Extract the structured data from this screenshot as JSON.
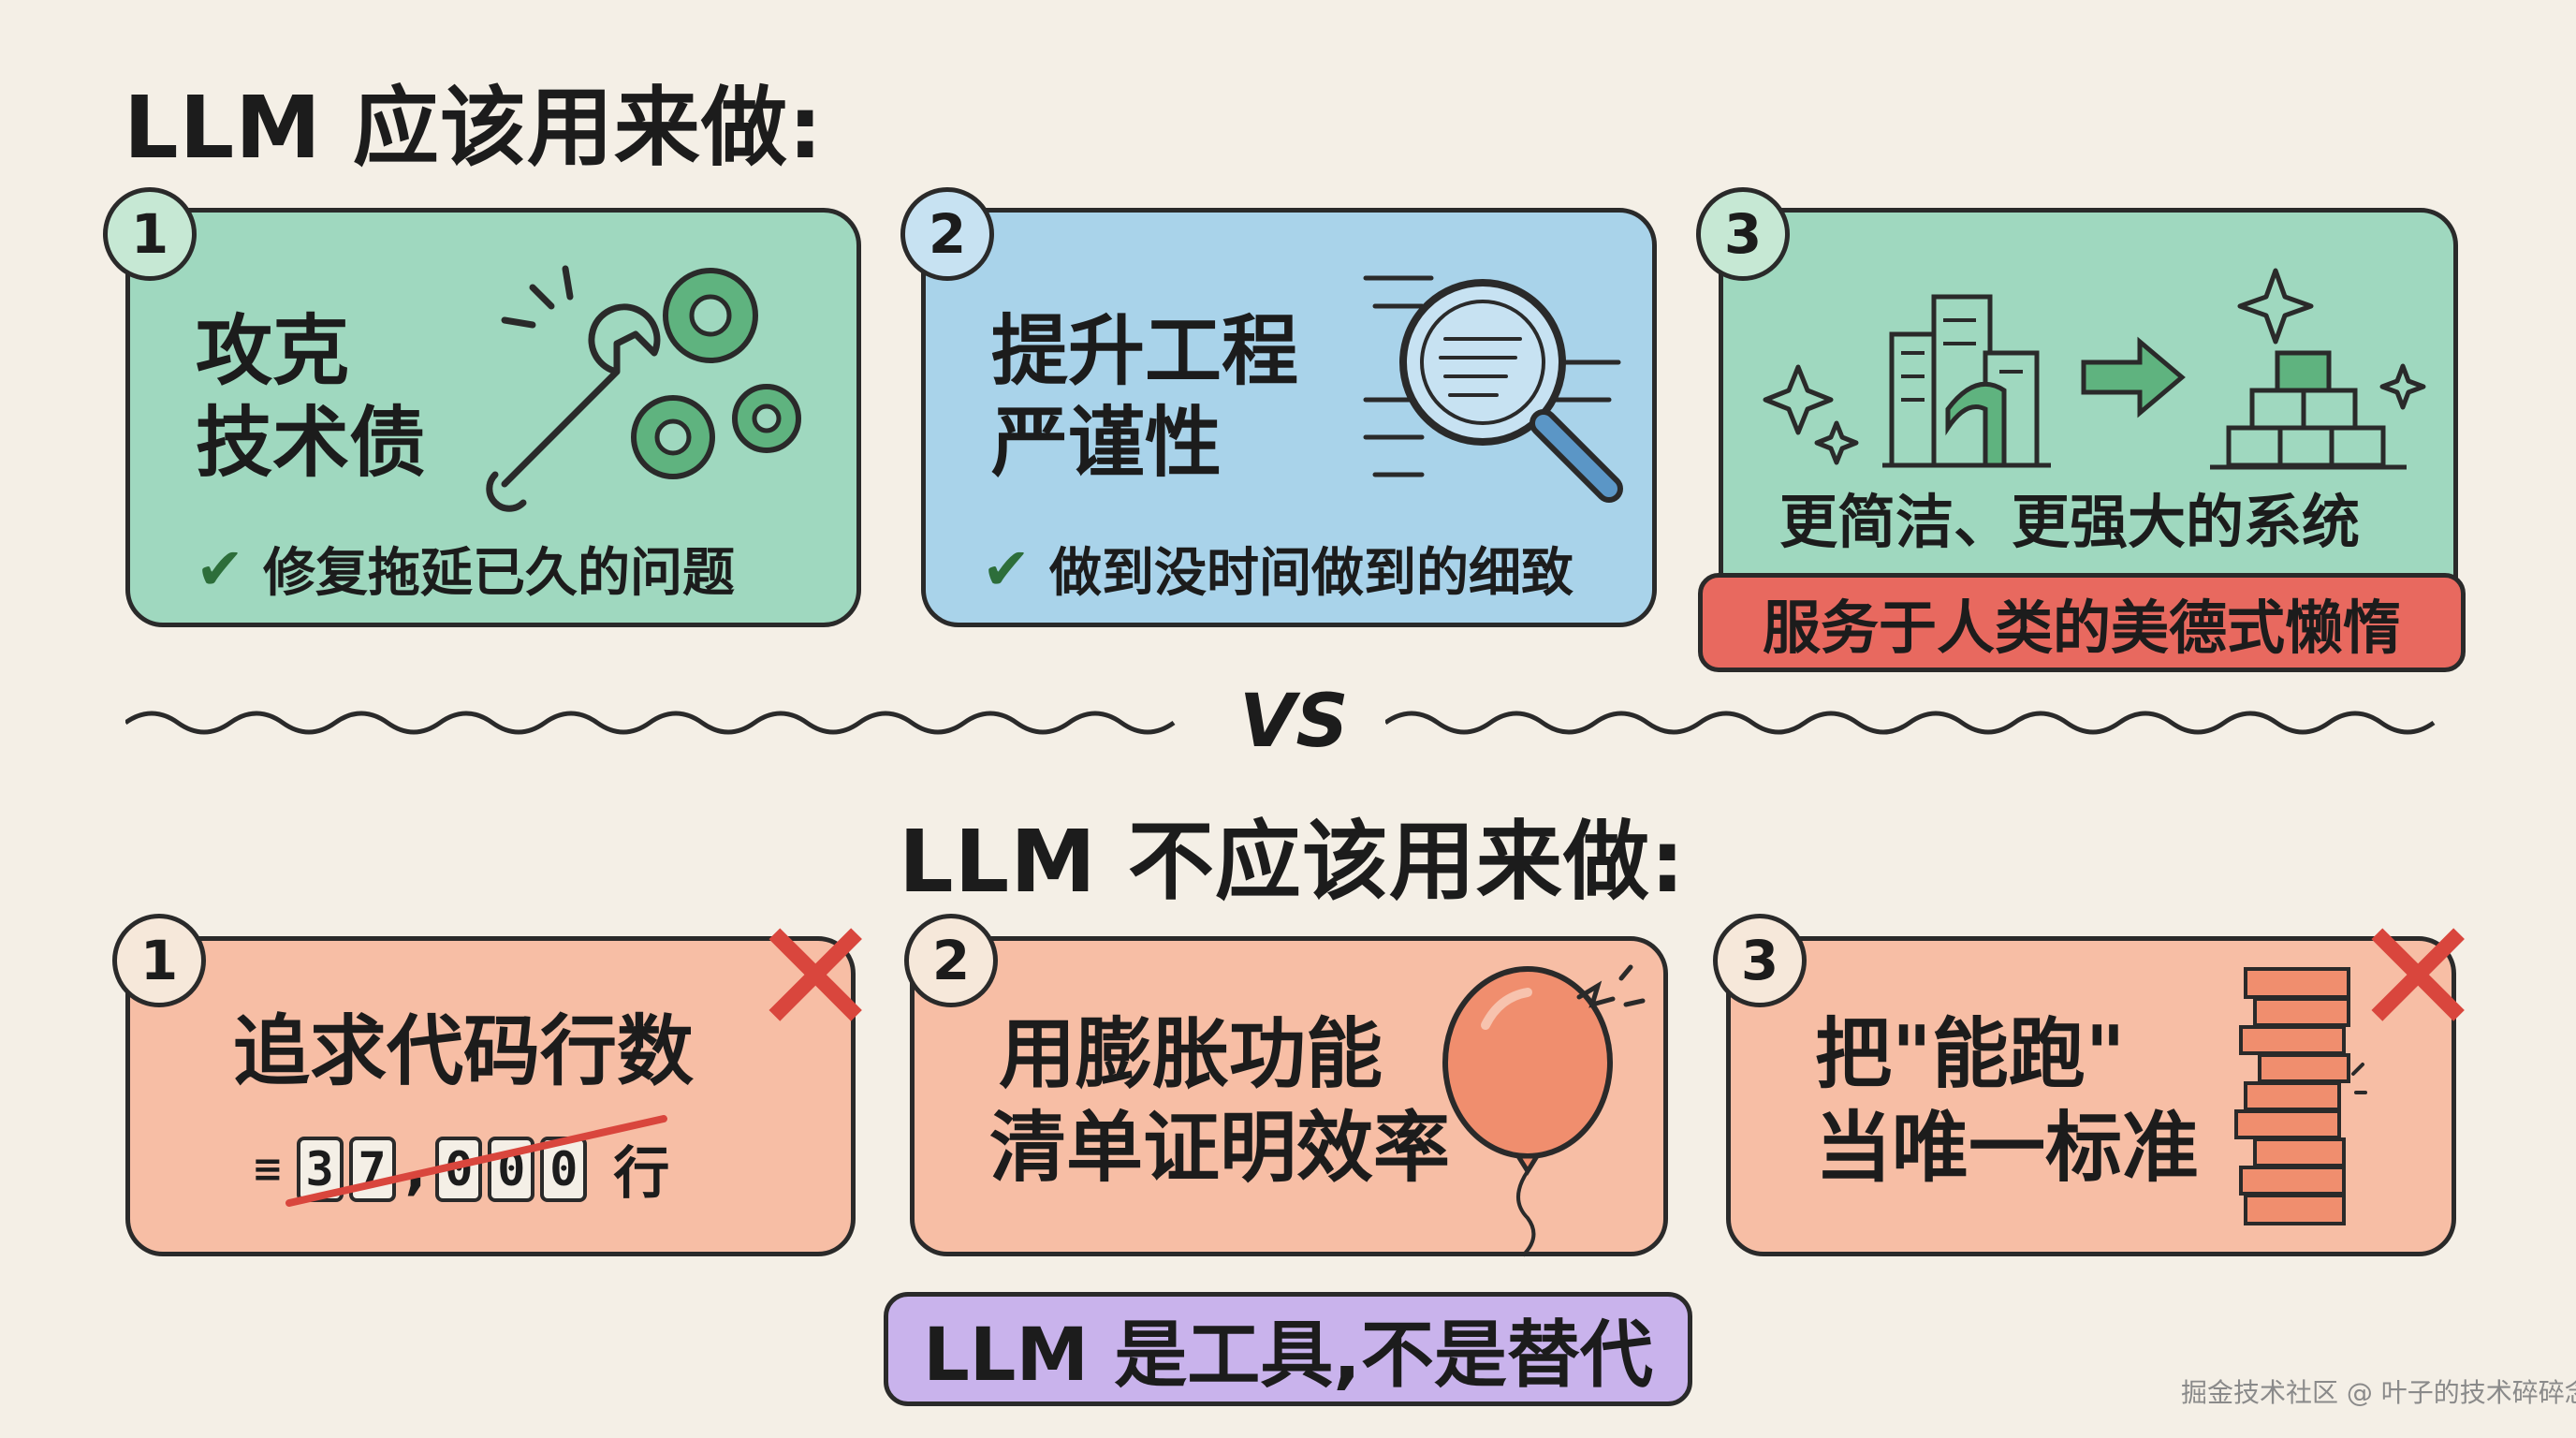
{
  "top_heading": "LLM 应该用来做:",
  "do_cards": [
    {
      "number": "1",
      "title_line1": "攻克",
      "title_line2": "技术债",
      "check": "✔",
      "subtitle": "修复拖延已久的问题",
      "icon": "wrench-gears-icon"
    },
    {
      "number": "2",
      "title_line1": "提升工程",
      "title_line2": "严谨性",
      "check": "✔",
      "subtitle": "做到没时间做到的细致",
      "icon": "magnifier-icon"
    },
    {
      "number": "3",
      "subtitle": "更简洁、更强大的系统",
      "banner": "服务于人类的美德式懒惰",
      "icon": "building-to-blocks-icon"
    }
  ],
  "vs_label": "VS",
  "bottom_heading": "LLM 不应该用来做:",
  "dont_cards": [
    {
      "number": "1",
      "title": "追求代码行数",
      "counter_digits": [
        "3",
        "7",
        "0",
        "0",
        "0"
      ],
      "counter_separator": ",",
      "counter_unit": "行",
      "icon": "counter-icon"
    },
    {
      "number": "2",
      "title_line1": "用膨胀功能",
      "title_line2": "清单证明效率",
      "icon": "balloon-icon"
    },
    {
      "number": "3",
      "title_line1": "把\"能跑\"",
      "title_line2": "当唯一标准",
      "icon": "jenga-tower-icon"
    }
  ],
  "cross_mark": "✕",
  "footer": "LLM 是工具,不是替代",
  "watermark": "掘金技术社区 @ 叶子的技术碎碎念",
  "colors": {
    "background": "#f4efe6",
    "green": "#9fd8bf",
    "blue": "#a9d3ea",
    "salmon": "#f7bea5",
    "red": "#e8695f",
    "purple": "#c9b3ec"
  }
}
